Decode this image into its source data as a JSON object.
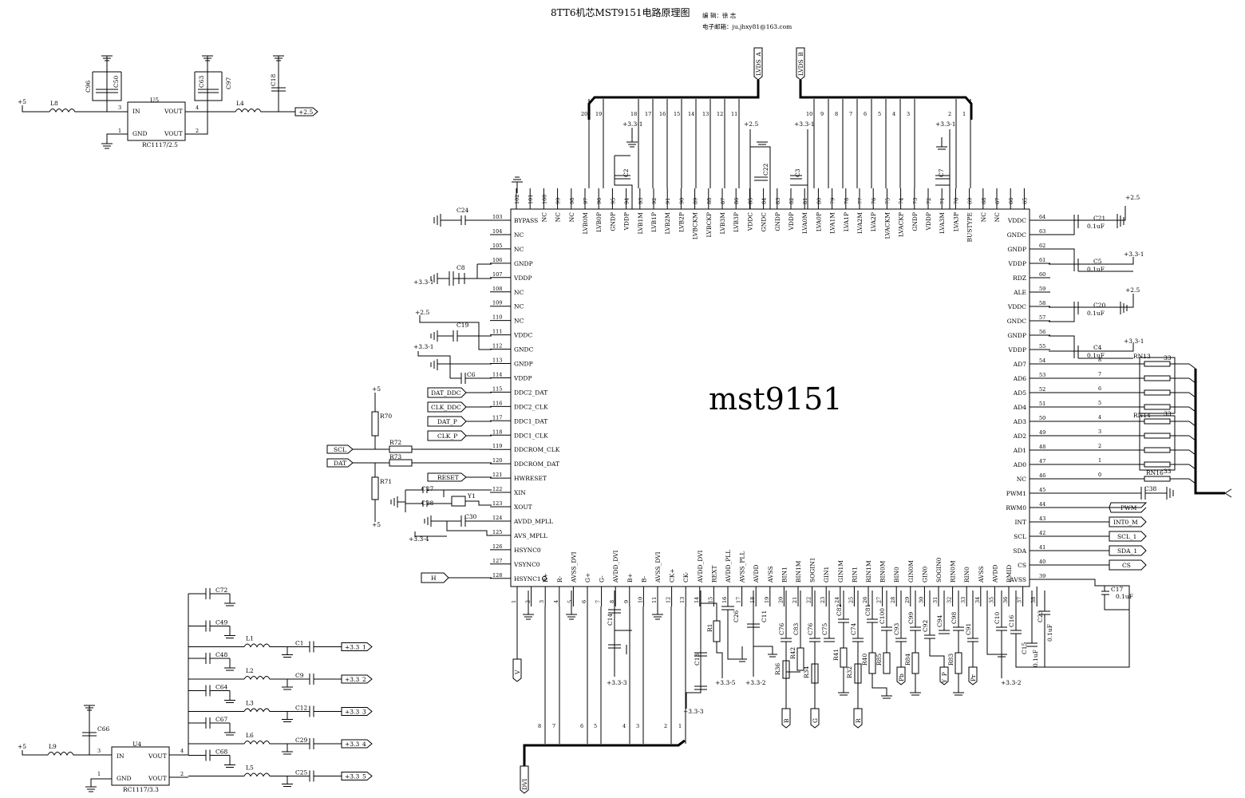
{
  "header": {
    "title": "8TT6机芯MST9151电路原理图",
    "editor_label": "编  辑：徐 志",
    "email_label": "电子邮箱：ju.jhxy81@163.com"
  },
  "chip": {
    "name": "mst9151",
    "left_pins": [
      {
        "num": "103",
        "name": "BYPASS"
      },
      {
        "num": "104",
        "name": "NC"
      },
      {
        "num": "105",
        "name": "NC"
      },
      {
        "num": "106",
        "name": "GNDP"
      },
      {
        "num": "107",
        "name": "VDDP"
      },
      {
        "num": "108",
        "name": "NC"
      },
      {
        "num": "109",
        "name": "NC"
      },
      {
        "num": "110",
        "name": "NC"
      },
      {
        "num": "111",
        "name": "VDDC"
      },
      {
        "num": "112",
        "name": "GNDC"
      },
      {
        "num": "113",
        "name": "GNDP"
      },
      {
        "num": "114",
        "name": "VDDP"
      },
      {
        "num": "115",
        "name": "DDC2_DAT"
      },
      {
        "num": "116",
        "name": "DDC2_CLK"
      },
      {
        "num": "117",
        "name": "DDC1_DAT"
      },
      {
        "num": "118",
        "name": "DDC1_CLK"
      },
      {
        "num": "119",
        "name": "DDCROM_CLK"
      },
      {
        "num": "120",
        "name": "DDCROM_DAT"
      },
      {
        "num": "121",
        "name": "HWRESET"
      },
      {
        "num": "122",
        "name": "XIN"
      },
      {
        "num": "123",
        "name": "XOUT"
      },
      {
        "num": "124",
        "name": "AVDD_MPLL"
      },
      {
        "num": "125",
        "name": "AVS_MPLL"
      },
      {
        "num": "126",
        "name": "HSYNC0"
      },
      {
        "num": "127",
        "name": "VSYNC0"
      },
      {
        "num": "128",
        "name": "HSYNC1"
      }
    ],
    "right_pins": [
      {
        "num": "64",
        "name": "VDDC"
      },
      {
        "num": "63",
        "name": "GNDC"
      },
      {
        "num": "62",
        "name": "GNDP"
      },
      {
        "num": "61",
        "name": "VDDP"
      },
      {
        "num": "60",
        "name": "RDZ"
      },
      {
        "num": "59",
        "name": "ALE"
      },
      {
        "num": "58",
        "name": "VDDC"
      },
      {
        "num": "57",
        "name": "GNDC"
      },
      {
        "num": "56",
        "name": "GNDP"
      },
      {
        "num": "55",
        "name": "VDDP"
      },
      {
        "num": "54",
        "name": "AD7"
      },
      {
        "num": "53",
        "name": "AD6"
      },
      {
        "num": "52",
        "name": "AD5"
      },
      {
        "num": "51",
        "name": "AD4"
      },
      {
        "num": "50",
        "name": "AD3"
      },
      {
        "num": "49",
        "name": "AD2"
      },
      {
        "num": "48",
        "name": "AD1"
      },
      {
        "num": "47",
        "name": "AD0"
      },
      {
        "num": "46",
        "name": "NC"
      },
      {
        "num": "45",
        "name": "PWM1"
      },
      {
        "num": "44",
        "name": "RWM0"
      },
      {
        "num": "43",
        "name": "INT"
      },
      {
        "num": "42",
        "name": "SCL"
      },
      {
        "num": "41",
        "name": "SDA"
      },
      {
        "num": "40",
        "name": "CS"
      },
      {
        "num": "39",
        "name": "AVSS"
      }
    ],
    "top_pins": [
      {
        "num": "102",
        "name": ""
      },
      {
        "num": "101",
        "name": ""
      },
      {
        "num": "100",
        "name": "NC"
      },
      {
        "num": "99",
        "name": "NC"
      },
      {
        "num": "98",
        "name": "NC"
      },
      {
        "num": "97",
        "name": "LVB0M"
      },
      {
        "num": "96",
        "name": "LVB0P"
      },
      {
        "num": "95",
        "name": "GNDP"
      },
      {
        "num": "94",
        "name": "VDDP"
      },
      {
        "num": "93",
        "name": "LVB1M"
      },
      {
        "num": "92",
        "name": "LVB1P"
      },
      {
        "num": "91",
        "name": "LVB2M"
      },
      {
        "num": "90",
        "name": "LVB2P"
      },
      {
        "num": "89",
        "name": "LVBCKM"
      },
      {
        "num": "88",
        "name": "LVBCKP"
      },
      {
        "num": "87",
        "name": "LVB3M"
      },
      {
        "num": "86",
        "name": "LVB3P"
      },
      {
        "num": "85",
        "name": "VDDC"
      },
      {
        "num": "84",
        "name": "GNDC"
      },
      {
        "num": "83",
        "name": "GNDP"
      },
      {
        "num": "82",
        "name": "VDDP"
      },
      {
        "num": "81",
        "name": "LVA0M"
      },
      {
        "num": "80",
        "name": "LVA0P"
      },
      {
        "num": "79",
        "name": "LVA1M"
      },
      {
        "num": "78",
        "name": "LVA1P"
      },
      {
        "num": "77",
        "name": "LVA2M"
      },
      {
        "num": "76",
        "name": "LVA2P"
      },
      {
        "num": "75",
        "name": "LVACKM"
      },
      {
        "num": "74",
        "name": "LVACKP"
      },
      {
        "num": "73",
        "name": "GNDP"
      },
      {
        "num": "72",
        "name": "VDDP"
      },
      {
        "num": "71",
        "name": "LVA3M"
      },
      {
        "num": "70",
        "name": "LVA3P"
      },
      {
        "num": "69",
        "name": "BUSTYPE"
      },
      {
        "num": "68",
        "name": "NC"
      },
      {
        "num": "67",
        "name": "NC"
      },
      {
        "num": "66",
        "name": ""
      },
      {
        "num": "65",
        "name": ""
      }
    ],
    "bottom_pins": [
      {
        "num": "1",
        "name": ""
      },
      {
        "num": "2",
        "name": ""
      },
      {
        "num": "3",
        "name": "R+"
      },
      {
        "num": "4",
        "name": "R-"
      },
      {
        "num": "5",
        "name": "AVSS_DVI"
      },
      {
        "num": "6",
        "name": "G+"
      },
      {
        "num": "7",
        "name": "G-"
      },
      {
        "num": "8",
        "name": "AVDD_DVI"
      },
      {
        "num": "9",
        "name": "B+"
      },
      {
        "num": "10",
        "name": "B-"
      },
      {
        "num": "11",
        "name": "AVSS_DVI"
      },
      {
        "num": "12",
        "name": "CK+"
      },
      {
        "num": "13",
        "name": "CK-"
      },
      {
        "num": "14",
        "name": "AVDD_DVI"
      },
      {
        "num": "15",
        "name": "REXT"
      },
      {
        "num": "16",
        "name": "AVDD_PLL"
      },
      {
        "num": "17",
        "name": "AVSS_PLL"
      },
      {
        "num": "18",
        "name": "AVDD"
      },
      {
        "num": "19",
        "name": "AVSS"
      },
      {
        "num": "20",
        "name": "BIN1"
      },
      {
        "num": "21",
        "name": "BIN1M"
      },
      {
        "num": "22",
        "name": "SOGIN1"
      },
      {
        "num": "23",
        "name": "GIN1"
      },
      {
        "num": "24",
        "name": "GIN1M"
      },
      {
        "num": "25",
        "name": "RIN1"
      },
      {
        "num": "26",
        "name": "RIN1M"
      },
      {
        "num": "27",
        "name": "BIN0M"
      },
      {
        "num": "28",
        "name": "BIN0"
      },
      {
        "num": "29",
        "name": "GIN0M"
      },
      {
        "num": "30",
        "name": "GIN0"
      },
      {
        "num": "31",
        "name": "SOGIN0"
      },
      {
        "num": "32",
        "name": "RIN0M"
      },
      {
        "num": "33",
        "name": "RIN0"
      },
      {
        "num": "34",
        "name": "AVSS"
      },
      {
        "num": "35",
        "name": "AVDD"
      },
      {
        "num": "36",
        "name": "RMID"
      },
      {
        "num": "37",
        "name": ""
      },
      {
        "num": "38",
        "name": ""
      }
    ]
  },
  "bus": {
    "lvds_a": "LVDS_A",
    "lvds_b": "LVDS_B",
    "dvi": "DVI",
    "lvds_a_nums": [
      "20",
      "19",
      "18",
      "17",
      "16",
      "15",
      "14",
      "13",
      "12",
      "11"
    ],
    "lvds_b_nums": [
      "10",
      "9",
      "8",
      "7",
      "6",
      "5",
      "4",
      "3",
      "2",
      "1"
    ],
    "dvi_nums": [
      "8",
      "7",
      "6",
      "5",
      "4",
      "3",
      "2",
      "1"
    ]
  },
  "flags_left": {
    "dat_ddc": "DAT_DDC",
    "clk_ddc": "CLK_DDC",
    "dat_p": "DAT_P",
    "clk_p": "CLK_P",
    "scl": "SCL",
    "dat": "DAT",
    "reset": "RESET",
    "h": "H"
  },
  "flags_right": {
    "pwm": "PWM",
    "int0_m": "INT0_M",
    "scl_1": "SCL_1",
    "sda_1": "SDA_1",
    "cs": "CS"
  },
  "flags_bottom": {
    "v": "V",
    "b": "B",
    "g": "G",
    "r": "R",
    "pb": "Pb",
    "y_p": "Y_P",
    "pr": "Pr"
  },
  "regulator_u5": {
    "ref": "U5",
    "part": "RC1117/2.5",
    "in": "IN",
    "gnd": "GND",
    "vout": "VOUT",
    "pin_in": "3",
    "pin_gnd": "1",
    "pin_vout1": "4",
    "pin_vout2": "2",
    "supply_in": "+5",
    "supply_out": "+2.5",
    "l_in": "L8",
    "l_out": "L4",
    "caps": [
      "C96",
      "C50",
      "C63",
      "C97",
      "C18"
    ]
  },
  "regulator_u4": {
    "ref": "U4",
    "part": "RC1117/3.3",
    "in": "IN",
    "gnd": "GND",
    "vout": "VOUT",
    "pin_in": "3",
    "pin_gnd": "1",
    "pin_vout1": "4",
    "pin_vout2": "2",
    "supply_in": "+5",
    "l_in": "L9",
    "cap": "C66"
  },
  "power_rails": [
    {
      "cap_a": "C72",
      "cap_b": "",
      "l": "",
      "out": ""
    },
    {
      "cap_a": "C49",
      "cap_b": "C1",
      "l": "L1",
      "out": "+3.3_1"
    },
    {
      "cap_a": "C48",
      "cap_b": "C9",
      "l": "L2",
      "out": "+3.3_2"
    },
    {
      "cap_a": "C64",
      "cap_b": "C12",
      "l": "L3",
      "out": "+3.3_3"
    },
    {
      "cap_a": "C67",
      "cap_b": "C29",
      "l": "L6",
      "out": "+3.3_4"
    },
    {
      "cap_a": "C68",
      "cap_b": "C25",
      "l": "L5",
      "out": "+3.3_5"
    }
  ],
  "left_components": {
    "c24": "C24",
    "c8": "C8",
    "c19": "C19",
    "c6": "C6",
    "r70": "R70",
    "r71": "R71",
    "r72": "R72",
    "r73": "R73",
    "c27": "C27",
    "c28": "C28",
    "y1": "Y1",
    "c30": "C30",
    "v33_1": "+3.3-1",
    "v25": "+2.5",
    "v33_1b": "+3.3-1",
    "v5a": "+5",
    "v5b": "+5",
    "v33_4": "+3.3-4"
  },
  "top_components": {
    "c2": "C2",
    "c22": "C22",
    "c3": "C3",
    "c7": "C7",
    "v33_1a": "+3.3-1",
    "v25": "+2.5",
    "v33_1b": "+3.3-1",
    "v33_1c": "+3.3-1"
  },
  "right_components": {
    "c21": "C21",
    "c5": "C5",
    "c20": "C20",
    "c4": "C4",
    "c38": "C38",
    "c17": "C17",
    "val01": "0.1uF",
    "v25a": "+2.5",
    "v33a": "+3.3-1",
    "v25b": "+2.5",
    "v33b": "+3.3-1",
    "rn13": "RN13",
    "rn14": "RN14",
    "rn16": "RN16",
    "rn_val": "33",
    "rn_pins": [
      "8",
      "7",
      "6",
      "5",
      "4",
      "3",
      "2",
      "1",
      "0"
    ]
  },
  "bottom_components": {
    "c14": "C14",
    "c13": "C13",
    "r1": "R1",
    "c26": "C26",
    "c11": "C11",
    "c76": "C76",
    "c83": "C83",
    "c75": "C75",
    "c82": "C82",
    "c74": "C74",
    "c81": "C81",
    "c100": "C100",
    "c93": "C93",
    "c99": "C99",
    "c92": "C92",
    "c94": "C94",
    "c98": "C98",
    "c91": "C91",
    "c10": "C10",
    "c16": "C16",
    "c15": "C15",
    "c23": "C23",
    "r36": "R36",
    "r42": "R42",
    "r34": "R34",
    "r41": "R41",
    "r32": "R32",
    "r40": "R40",
    "r85": "R85",
    "r84": "R84",
    "r83": "R83",
    "v33_3": "+3.3-3",
    "v33_5": "+3.3-5",
    "v33_2": "+3.3-2",
    "v33_3b": "+3.3-3",
    "v33_2b": "+3.3-2",
    "val01": "0.1uF"
  }
}
